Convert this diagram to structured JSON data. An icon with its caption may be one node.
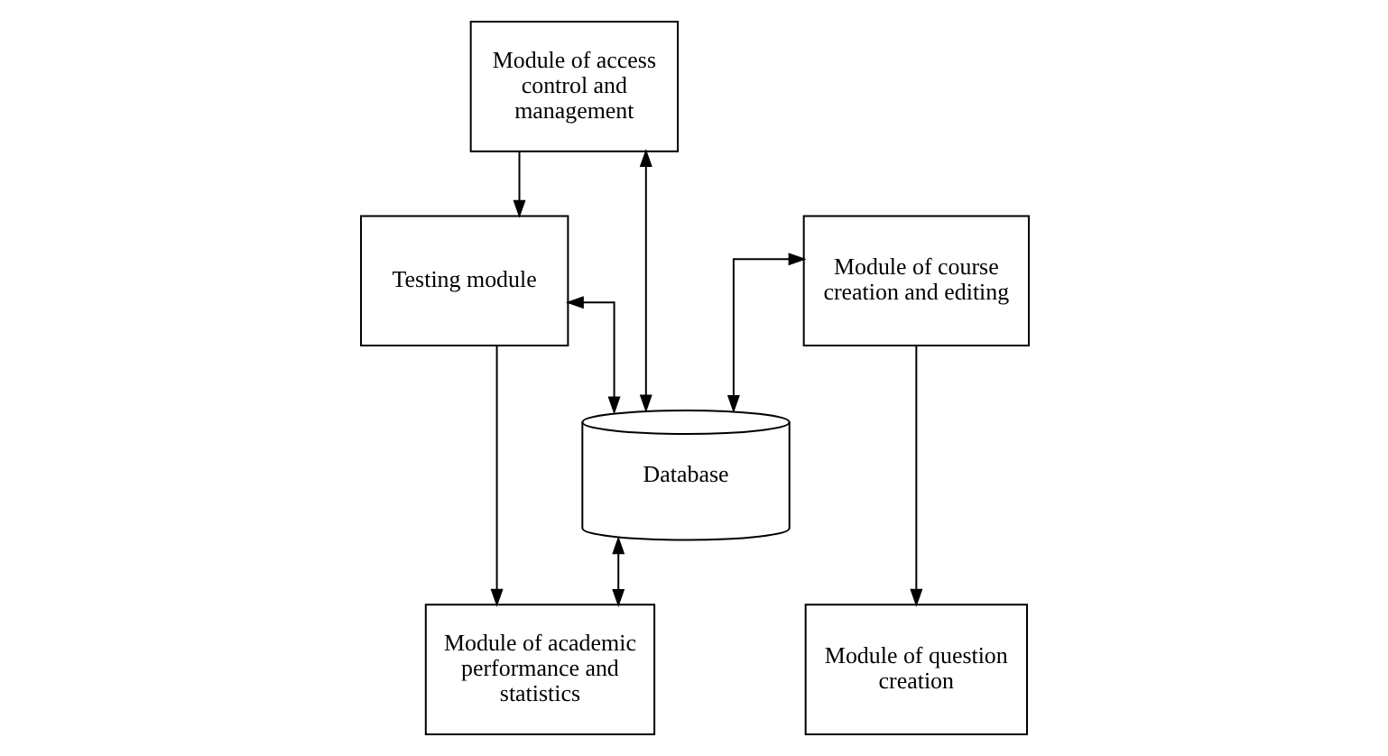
{
  "diagram": {
    "nodes": [
      {
        "text": [
          "Module of access control and management"
        ]
      },
      {
        "text": [
          "Module of course creation and editing"
        ]
      },
      {
        "text": [
          "Testing module"
        ]
      },
      {
        "text": [
          "Database"
        ]
      },
      {
        "text": [
          "Module of question creation"
        ]
      },
      {
        "text": [
          "Module of academic performance and statistics"
        ]
      }
    ],
    "edges": [
      {
        "from": 0,
        "to": 2,
        "arrow": "to"
      },
      {
        "from": 0,
        "to": 3,
        "arrow": "both"
      },
      {
        "from": 1,
        "to": 3,
        "arrow": "both"
      },
      {
        "from": 2,
        "to": 3,
        "arrow": "both"
      },
      {
        "from": 1,
        "to": 4,
        "arrow": "to"
      },
      {
        "from": 2,
        "to": 5,
        "arrow": "to"
      },
      {
        "from": 3,
        "to": 5,
        "arrow": "both"
      }
    ]
  }
}
